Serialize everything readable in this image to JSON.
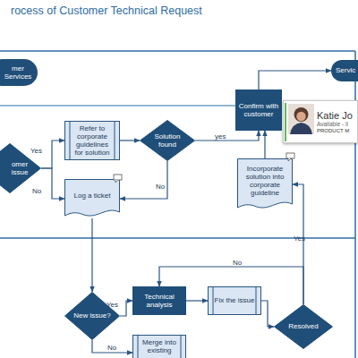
{
  "diagram": {
    "title": "rocess of Customer Technical Request",
    "nodes": [
      {
        "text": [
          "mer Services"
        ]
      },
      {
        "text": [
          "Servic"
        ]
      },
      {
        "text": [
          "omer issue"
        ]
      },
      {
        "text": [
          "Refer to corporate guidelines for solution"
        ]
      },
      {
        "text": [
          "Solution found"
        ]
      },
      {
        "text": [
          "Log a ticket"
        ]
      },
      {
        "text": [
          "Confirm with customer"
        ]
      },
      {
        "text": [
          "Katie Jo",
          "Available - li",
          "PRODUCT M"
        ]
      },
      {
        "text": [
          "Incorporate solution into corporate guideline"
        ]
      },
      {
        "text": [
          "New issue?"
        ]
      },
      {
        "text": [
          "Technical analysis"
        ]
      },
      {
        "text": [
          "Fix the issue"
        ]
      },
      {
        "text": [
          "Resolved"
        ]
      },
      {
        "text": [
          "Merge into existing"
        ]
      }
    ],
    "edges": [
      {
        "from": 2,
        "to": 3,
        "label": "Yes",
        "arrow": "to"
      },
      {
        "from": 2,
        "to": 5,
        "label": "No",
        "arrow": "to"
      },
      {
        "from": 3,
        "to": 4,
        "arrow": "to"
      },
      {
        "from": 4,
        "to": 6,
        "label": "yes",
        "arrow": "to"
      },
      {
        "from": 4,
        "to": 5,
        "label": "No",
        "arrow": "to"
      },
      {
        "from": 6,
        "to": 1,
        "arrow": "to"
      },
      {
        "from": 8,
        "to": 6,
        "arrow": "to"
      },
      {
        "from": 12,
        "to": 8,
        "label": "Yes",
        "arrow": "to"
      },
      {
        "from": 12,
        "to": 10,
        "label": "No",
        "arrow": "to"
      },
      {
        "from": 5,
        "to": 9,
        "arrow": "to"
      },
      {
        "from": 9,
        "to": 10,
        "label": "Yes",
        "arrow": "to"
      },
      {
        "from": 9,
        "to": 13,
        "label": "No",
        "arrow": "to"
      },
      {
        "from": 10,
        "to": 11,
        "arrow": "to"
      },
      {
        "from": 11,
        "to": 12,
        "arrow": "to"
      }
    ]
  }
}
